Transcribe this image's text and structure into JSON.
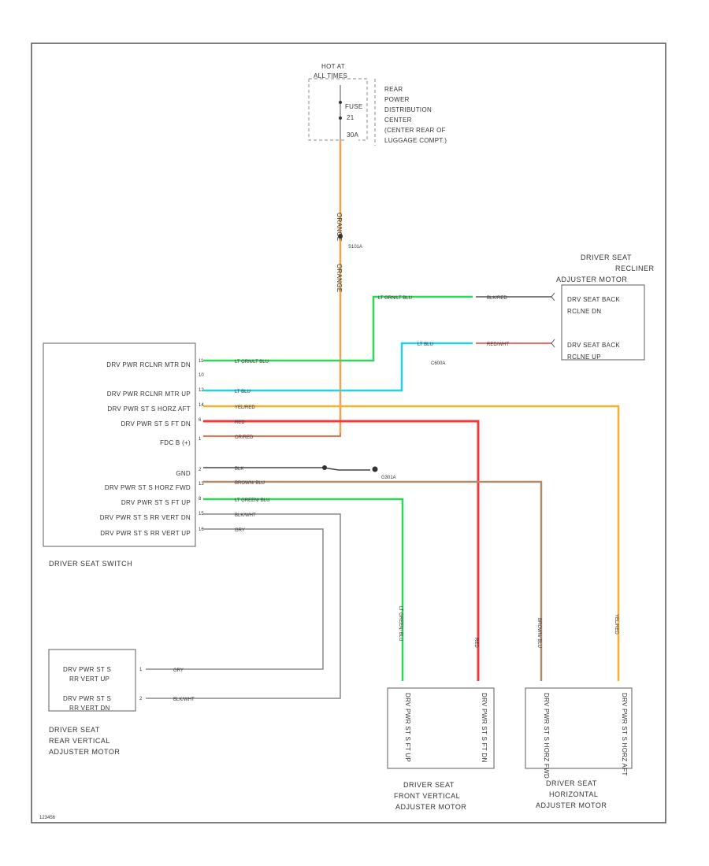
{
  "fuse_block": {
    "header_line1": "HOT AT",
    "header_line2": "ALL TIMES",
    "fuse_label_1": "FUSE",
    "fuse_label_2": "21",
    "fuse_label_3": "30A",
    "pdc_line1": "REAR",
    "pdc_line2": "POWER",
    "pdc_line3": "DISTRIBUTION",
    "pdc_line4": "CENTER",
    "pdc_line5": "(CENTER REAR OF",
    "pdc_line6": "LUGGAGE COMPT.)"
  },
  "splice_top": "S101A",
  "connector_recliner": "C600A",
  "splice_ground": "G301A",
  "recliner_motor": {
    "title_line1": "DRIVER SEAT",
    "title_line2": "RECLINER",
    "title_line3": "ADJUSTER MOTOR",
    "pin1": "DRV SEAT BACK",
    "pin1b": "RCLNE DN",
    "pin2": "DRV SEAT BACK",
    "pin2b": "RCLNE UP"
  },
  "seat_switch": {
    "caption": "DRIVER SEAT SWITCH",
    "pins": [
      {
        "label": "DRV PWR RCLNR MTR DN",
        "num": "11"
      },
      {
        "label": "",
        "num": "10"
      },
      {
        "label": "DRV PWR RCLNR MTR UP",
        "num": "12"
      },
      {
        "label": "DRV PWR ST S HORZ AFT",
        "num": "14"
      },
      {
        "label": "DRV PWR ST S FT DN",
        "num": "6"
      },
      {
        "label": "FDC B (+)",
        "num": "1"
      },
      {
        "label": "GND",
        "num": "2"
      },
      {
        "label": "DRV PWR ST S HORZ FWD",
        "num": "13"
      },
      {
        "label": "DRV PWR ST S FT UP",
        "num": "8"
      },
      {
        "label": "DRV PWR ST S RR VERT DN",
        "num": "15"
      },
      {
        "label": "DRV PWR ST S RR VERT UP",
        "num": "16"
      }
    ]
  },
  "wires": {
    "orange": "ORANGE",
    "lt_grn_blk": "LT GRN/LT BLU",
    "lt_blu": "LT BLU",
    "yel_red": "YEL/RED",
    "red": "RED",
    "orange_red": "OR/RED",
    "blk": "BLK",
    "brn_blu": "BROWN/ BLU",
    "lt_grn_blu": "LT GREEN/ BLU",
    "blk_wht": "BLK/WHT",
    "gry": "GRY",
    "blk_red": "BLK/RED",
    "red_wht": "RED/WHT",
    "gry_label": "GRY",
    "blk_wht_label": "BLK/WHT"
  },
  "rear_motor": {
    "caption_line1": "DRIVER SEAT",
    "caption_line2": "REAR VERTICAL",
    "caption_line3": "ADJUSTER MOTOR",
    "pin1": "DRV PWR ST S",
    "pin1b": "RR VERT UP",
    "pin2": "DRV PWR ST S",
    "pin2b": "RR VERT DN",
    "pin1_num": "1",
    "pin2_num": "2"
  },
  "front_motor": {
    "caption_line1": "DRIVER SEAT",
    "caption_line2": "FRONT VERTICAL",
    "caption_line3": "ADJUSTER MOTOR",
    "pin1": "DRV PWR ST S FT UP",
    "pin2": "DRV PWR ST S FT DN"
  },
  "horiz_motor": {
    "caption_line1": "DRIVER SEAT",
    "caption_line2": "HORIZONTAL",
    "caption_line3": "ADJUSTER MOTOR",
    "pin1": "DRV PWR ST S HORZ FWD",
    "pin2": "DRV PWR ST S HORZ AFT"
  },
  "figure_id": "123456",
  "colors": {
    "orange": "#f5a050",
    "green": "#2ed65a",
    "cyan": "#22d0f0",
    "yellow": "#f5b030",
    "red": "#f03a3a",
    "salmon": "#f07050",
    "brown": "#b08a6a",
    "gray": "#888888",
    "black": "#333333"
  }
}
